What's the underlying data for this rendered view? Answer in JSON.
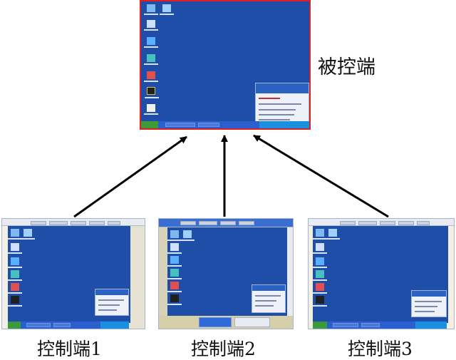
{
  "labels": {
    "controlled": "被控端",
    "controller_1": "控制端1",
    "controller_2": "控制端2",
    "controller_3": "控制端3"
  },
  "colors": {
    "highlight_border": "#e02020",
    "desktop": "#1f4ea8",
    "taskbar": "#2a5fd0",
    "arrow": "#000000"
  },
  "edges": [
    {
      "from": "controller_1",
      "to": "controlled"
    },
    {
      "from": "controller_2",
      "to": "controlled"
    },
    {
      "from": "controller_3",
      "to": "controlled"
    }
  ]
}
